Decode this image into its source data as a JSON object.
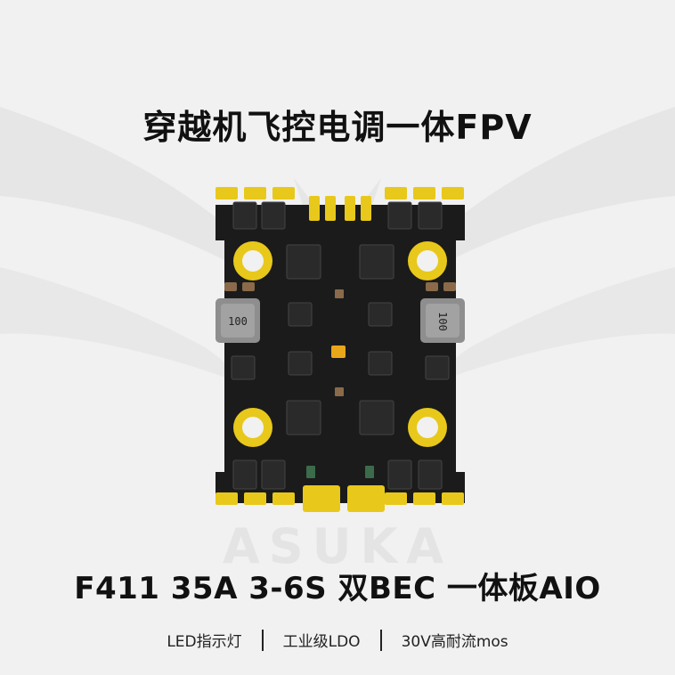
{
  "title": "穿越机飞控电调一体FPV",
  "spec": "F411 35A 3-6S 双BEC 一体板AIO",
  "features": [
    "LED指示灯",
    "工业级LDO",
    "30V高耐流mos"
  ],
  "watermark": "ASUKA",
  "inductor_label": "100",
  "colors": {
    "background": "#f1f1f1",
    "pcb": "#1b1b1b",
    "gold": "#e8c81a",
    "text": "#111111"
  }
}
